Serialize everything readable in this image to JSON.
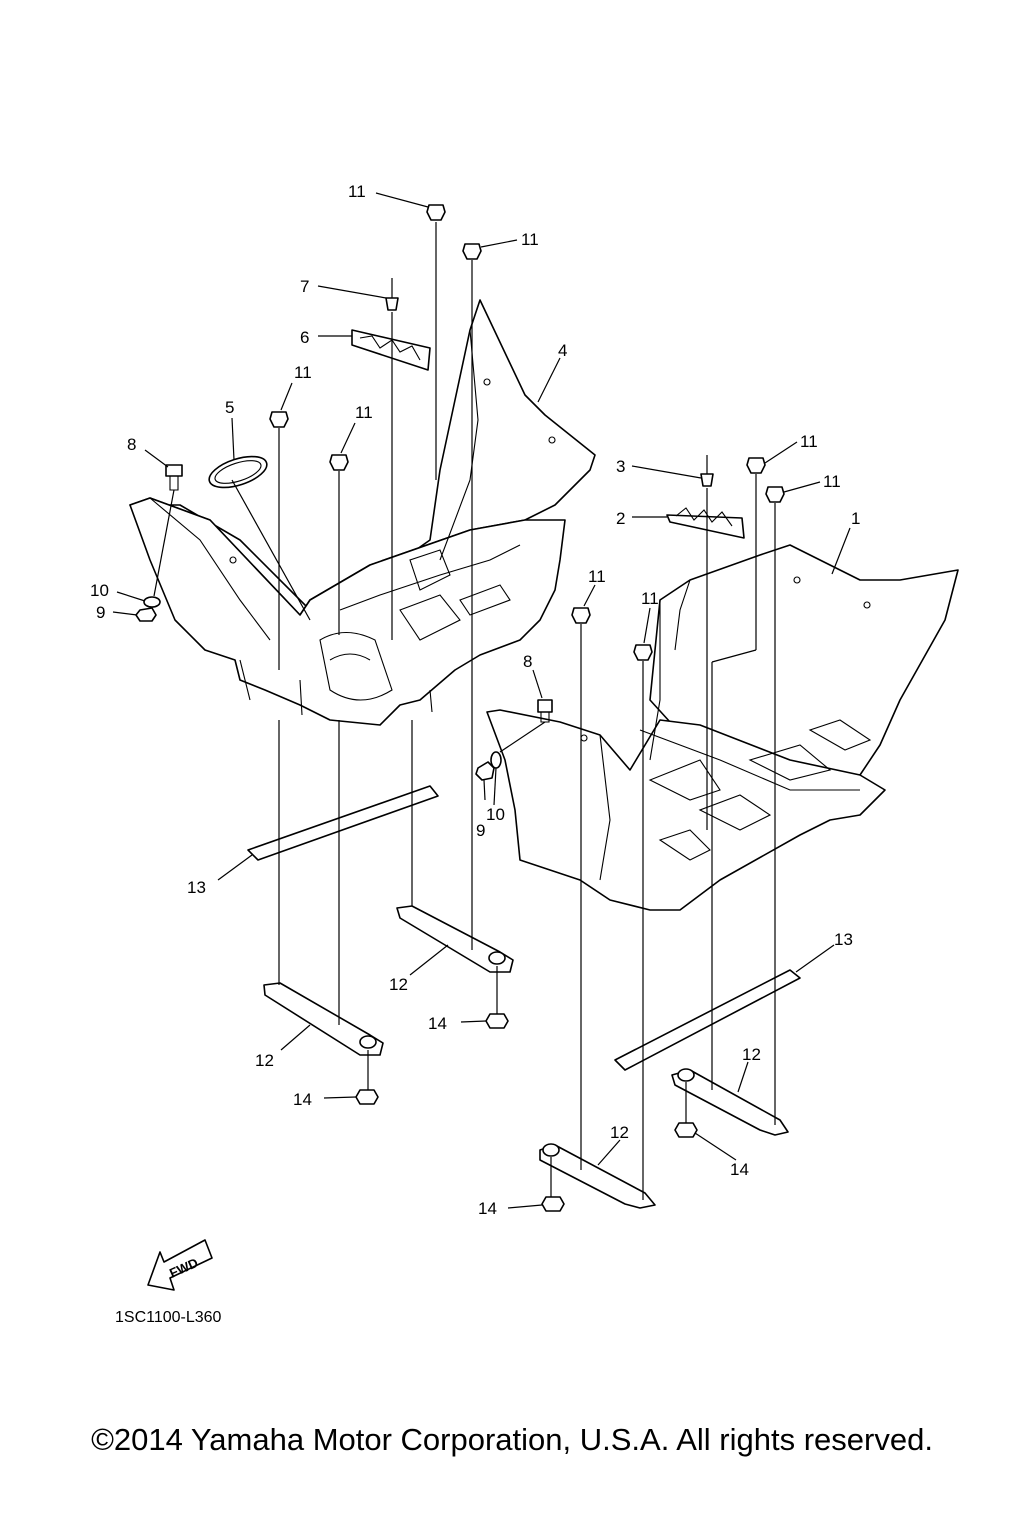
{
  "diagram": {
    "callouts": {
      "c11a": "11",
      "c11b": "11",
      "c7": "7",
      "c6": "6",
      "c11c": "11",
      "c11d": "11",
      "c5": "5",
      "c4": "4",
      "c8a": "8",
      "c10a": "10",
      "c9a": "9",
      "c3": "3",
      "c11e": "11",
      "c11f": "11",
      "c2": "2",
      "c1": "1",
      "c11g": "11",
      "c11h": "11",
      "c8b": "8",
      "c9b": "9",
      "c10b": "10",
      "c13a": "13",
      "c12a": "12",
      "c14a": "14",
      "c12b": "12",
      "c14b": "14",
      "c13b": "13",
      "c12c": "12",
      "c14c": "14",
      "c12d": "12",
      "c14d": "14"
    },
    "fwd_label": "FWD",
    "diagram_code": "1SC1100-L360"
  },
  "copyright": "©2014 Yamaha Motor Corporation, U.S.A. All rights reserved."
}
